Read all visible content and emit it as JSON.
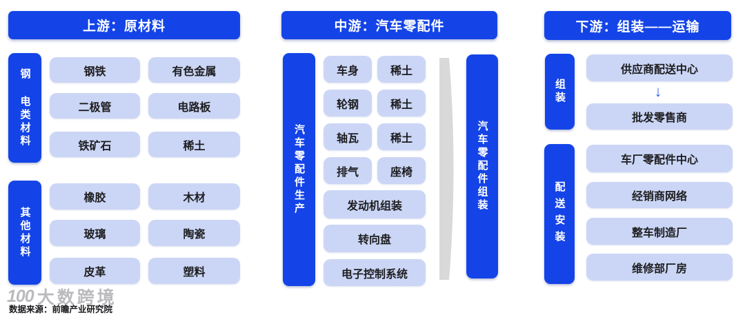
{
  "colors": {
    "primary_blue": "#1444e8",
    "light_box": "#cbd6f6",
    "box_text": "#1d1d1f",
    "gray_shape": "#d9d9d9",
    "arrow_blue": "#2e5de5",
    "watermark_gray": "#a9aab0"
  },
  "upstream": {
    "title": "上游：原材料",
    "groups": [
      {
        "label": "钢 电类材料",
        "rows": [
          [
            "钢铁",
            "有色金属"
          ],
          [
            "二极管",
            "电路板"
          ],
          [
            "铁矿石",
            "稀土"
          ]
        ]
      },
      {
        "label": "其他材料",
        "rows": [
          [
            "橡胶",
            "木材"
          ],
          [
            "玻璃",
            "陶瓷"
          ],
          [
            "皮革",
            "塑料"
          ]
        ]
      }
    ]
  },
  "midstream": {
    "title": "中游：汽车零配件",
    "left_bar": "汽车零配件生产",
    "right_bar": "汽车零配件组装",
    "pair_rows": [
      [
        "车身",
        "稀土"
      ],
      [
        "轮钢",
        "稀土"
      ],
      [
        "轴瓦",
        "稀土"
      ],
      [
        "排气",
        "座椅"
      ]
    ],
    "wide_rows": [
      "发动机组装",
      "转向盘",
      "电子控制系统"
    ]
  },
  "downstream": {
    "title": "下游：组装——运输",
    "assembly": {
      "label": "组装",
      "items": [
        "供应商配送中心",
        "批发零售商"
      ],
      "arrow": "↓"
    },
    "delivery": {
      "label": "配送安装",
      "items": [
        "车厂零配件中心",
        "经销商网络",
        "整车制造厂",
        "维修部厂房"
      ]
    }
  },
  "footer": {
    "watermark_logo": "100",
    "watermark_text": "大数跨境",
    "source": "数据来源：前瞻产业研究院"
  }
}
